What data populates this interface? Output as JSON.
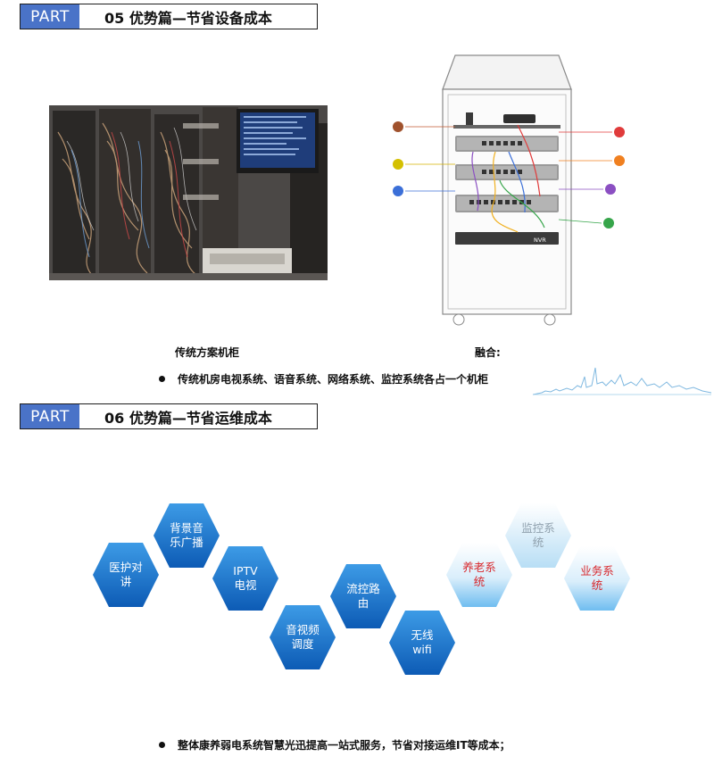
{
  "section1": {
    "part_label": "PART",
    "title": "05 优势篇—节省设备成本",
    "left_caption": "传统方案机柜",
    "right_caption": "融合:",
    "bullet": "传统机房电视系统、语音系统、网络系统、监控系统各占一个机柜",
    "rack_device_label": "NVR"
  },
  "section2": {
    "part_label": "PART",
    "title": "06 优势篇—节省运维成本",
    "hexagons": [
      {
        "label": "医护对讲",
        "style": "blue"
      },
      {
        "label": "背景音乐广播",
        "style": "blue"
      },
      {
        "label": "IPTV电视",
        "style": "blue"
      },
      {
        "label": "音视频调度",
        "style": "blue"
      },
      {
        "label": "流控路由",
        "style": "blue"
      },
      {
        "label": "无线wifi",
        "style": "blue"
      },
      {
        "label": "养老系统",
        "style": "red"
      },
      {
        "label": "监控系统",
        "style": "gray"
      },
      {
        "label": "业务系统",
        "style": "red"
      }
    ],
    "bullet": "整体康养弱电系统智慧光迅提高一站式服务，节省对接运维IT等成本；"
  },
  "colors": {
    "part_tag_bg": "#4a73c8",
    "hex_blue_dark": "#0d5bb5",
    "hex_blue_light": "#5fb0ec",
    "hex_red_text": "#d8262b"
  }
}
